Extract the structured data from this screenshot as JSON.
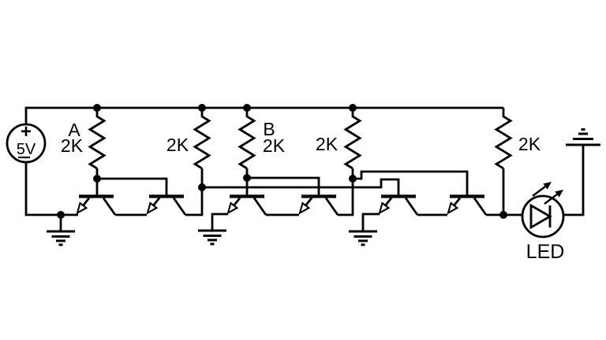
{
  "schematic": {
    "power_source": {
      "polarity": "+",
      "voltage": "5V"
    },
    "resistors": [
      {
        "input_label": "A",
        "value": "2K"
      },
      {
        "value": "2K"
      },
      {
        "input_label": "B",
        "value": "2K"
      },
      {
        "value": "2K"
      },
      {
        "value": "2K"
      }
    ],
    "led": {
      "label": "LED"
    },
    "colors": {
      "ink": "#000000",
      "background": "#ffffff"
    }
  }
}
